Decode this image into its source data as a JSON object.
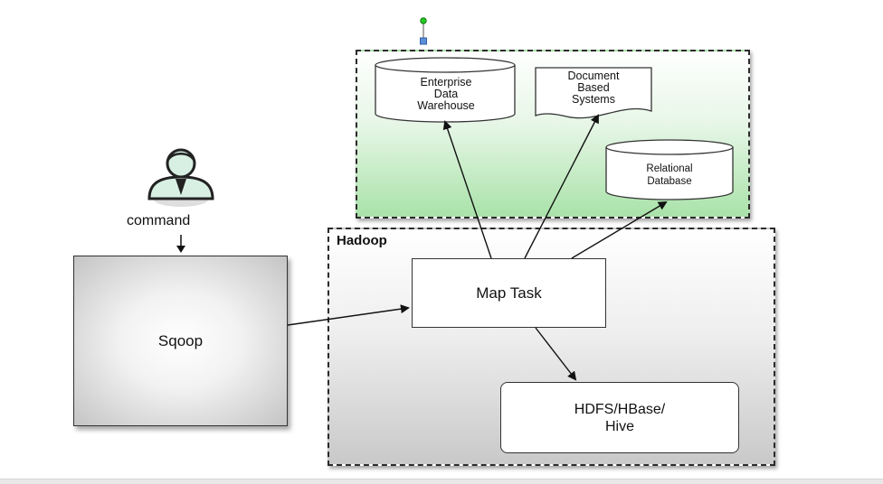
{
  "diagram": {
    "command_label": "command",
    "sqoop_label": "Sqoop",
    "hadoop_label": "Hadoop",
    "map_task_label": "Map Task",
    "hdfs_label_line1": "HDFS/HBase/",
    "hdfs_label_line2": "Hive",
    "edw": {
      "line1": "Enterprise",
      "line2": "Data",
      "line3": "Warehouse"
    },
    "doc": {
      "line1": "Document",
      "line2": "Based",
      "line3": "Systems"
    },
    "rdb": {
      "line1": "Relational",
      "line2": "Database"
    }
  },
  "colors": {
    "green_panel": "#a9e2a9",
    "user_icon": "#d8f0e4",
    "selection_handle_green": "#22cc22",
    "selection_handle_blue": "#5b8fd6"
  },
  "icons": [
    "user-icon",
    "arrow-icon",
    "cylinder-icon",
    "document-icon"
  ]
}
